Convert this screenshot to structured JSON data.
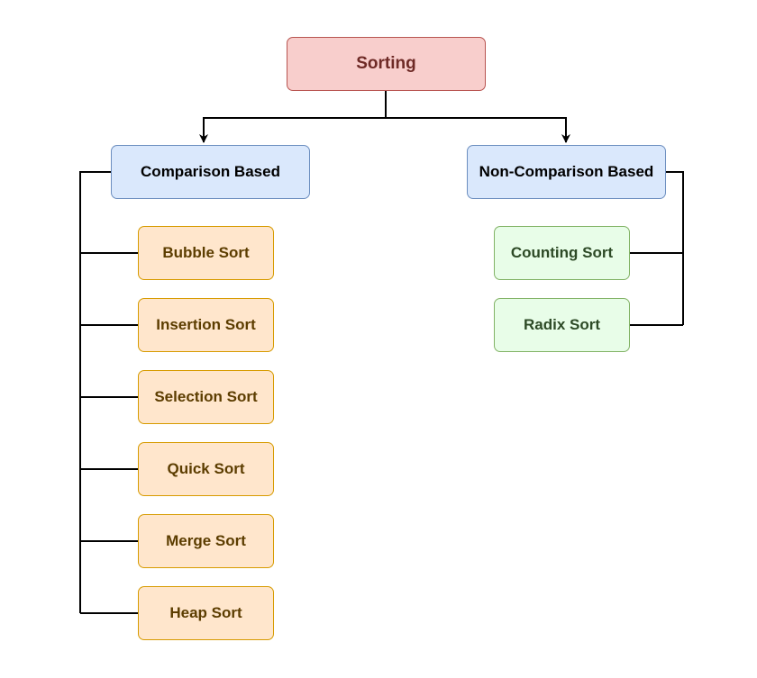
{
  "diagram": {
    "root": {
      "label": "Sorting",
      "fill": "#f8cecc",
      "stroke": "#b85450",
      "text_color": "#6e2a26"
    },
    "categories": [
      {
        "label": "Comparison Based",
        "fill": "#dae8fc",
        "stroke": "#6c8ebf",
        "text_color": "#000000",
        "items_fill": "#ffe6cc",
        "items_stroke": "#d79b00",
        "items_text_color": "#5c3d00",
        "items": [
          {
            "label": "Bubble Sort"
          },
          {
            "label": "Insertion Sort"
          },
          {
            "label": "Selection Sort"
          },
          {
            "label": "Quick Sort"
          },
          {
            "label": "Merge Sort"
          },
          {
            "label": "Heap Sort"
          }
        ]
      },
      {
        "label": "Non-Comparison Based",
        "fill": "#dae8fc",
        "stroke": "#6c8ebf",
        "text_color": "#000000",
        "items_fill": "#e8fde8",
        "items_stroke": "#82b366",
        "items_text_color": "#2d4a26",
        "items": [
          {
            "label": "Counting Sort"
          },
          {
            "label": "Radix Sort"
          }
        ]
      }
    ],
    "connector_color": "#000000"
  }
}
